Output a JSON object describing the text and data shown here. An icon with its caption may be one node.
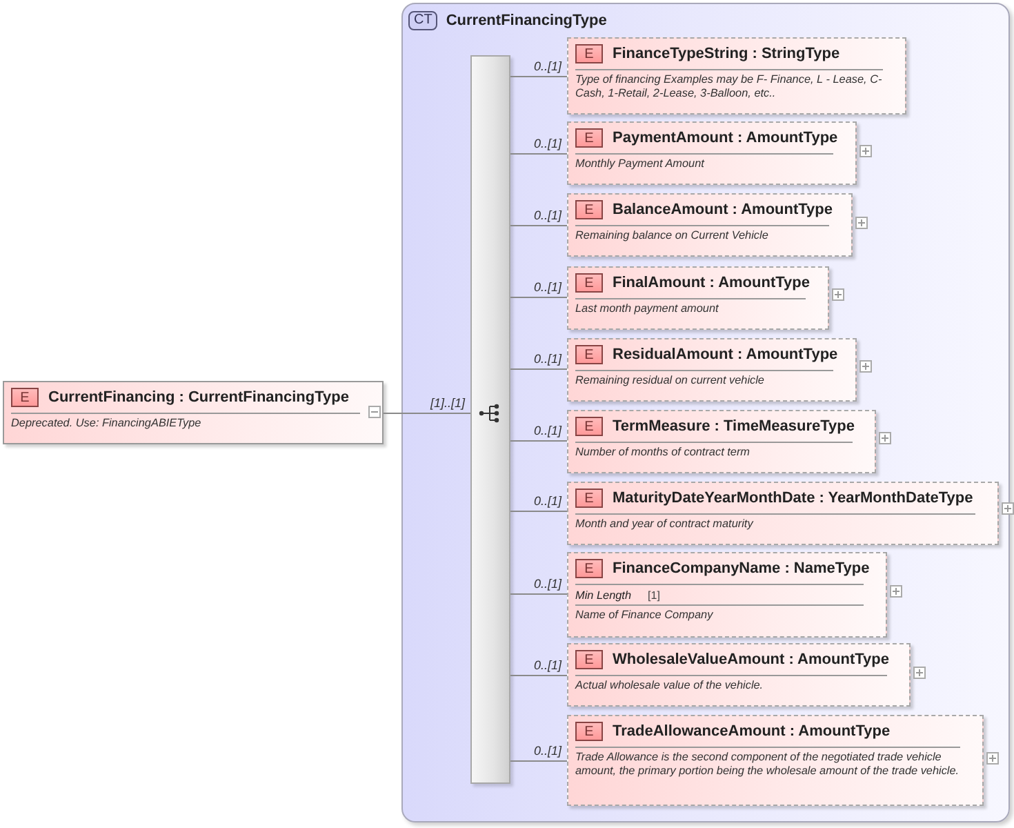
{
  "diagram": {
    "nodes": [
      {
        "text": [
          "E",
          "CurrentFinancing : CurrentFinancingType",
          "Deprecated. Use: FinancingABIEType"
        ]
      },
      {
        "text": [
          "CT",
          "CurrentFinancingType"
        ]
      },
      {
        "text": [],
        "shape": "bar",
        "in": 1
      },
      {
        "text": [
          "E",
          "FinanceTypeString : StringType",
          "Type of financing Examples may be F- Finance, L - Lease, C-Cash, 1-Retail, 2-Lease, 3-Balloon, etc.."
        ],
        "in": 1
      },
      {
        "text": [
          "E",
          "PaymentAmount : AmountType",
          "Monthly Payment Amount"
        ],
        "in": 1
      },
      {
        "text": [
          "E",
          "BalanceAmount : AmountType",
          "Remaining balance on Current Vehicle"
        ],
        "in": 1
      },
      {
        "text": [
          "E",
          "FinalAmount : AmountType",
          "Last month payment amount"
        ],
        "in": 1
      },
      {
        "text": [
          "E",
          "ResidualAmount : AmountType",
          "Remaining residual on current vehicle"
        ],
        "in": 1
      },
      {
        "text": [
          "E",
          "TermMeasure : TimeMeasureType",
          "Number of months of contract term"
        ],
        "in": 1
      },
      {
        "text": [
          "E",
          "MaturityDateYearMonthDate : YearMonthDateType",
          "Month and year of contract maturity"
        ],
        "in": 1
      },
      {
        "text": [
          "E",
          "FinanceCompanyName : NameType",
          "Min Length",
          "[1]",
          "Name of Finance Company"
        ],
        "in": 1
      },
      {
        "text": [
          "E",
          "WholesaleValueAmount : AmountType",
          "Actual wholesale value of the vehicle."
        ],
        "in": 1
      },
      {
        "text": [
          "E",
          "TradeAllowanceAmount : AmountType",
          "Trade Allowance is the second component of the negotiated trade vehicle amount, the primary portion being the wholesale amount of the trade vehicle."
        ],
        "in": 1
      }
    ],
    "edges": [
      {
        "from": 0,
        "to": 2,
        "arrow": "none",
        "label": "[1]..[1]"
      },
      {
        "from": 2,
        "to": 3,
        "arrow": "none",
        "label": "0..[1]"
      },
      {
        "from": 2,
        "to": 4,
        "arrow": "none",
        "label": "0..[1]"
      },
      {
        "from": 2,
        "to": 5,
        "arrow": "none",
        "label": "0..[1]"
      },
      {
        "from": 2,
        "to": 6,
        "arrow": "none",
        "label": "0..[1]"
      },
      {
        "from": 2,
        "to": 7,
        "arrow": "none",
        "label": "0..[1]"
      },
      {
        "from": 2,
        "to": 8,
        "arrow": "none",
        "label": "0..[1]"
      },
      {
        "from": 2,
        "to": 9,
        "arrow": "none",
        "label": "0..[1]"
      },
      {
        "from": 2,
        "to": 10,
        "arrow": "none",
        "label": "0..[1]"
      },
      {
        "from": 2,
        "to": 11,
        "arrow": "none",
        "label": "0..[1]"
      },
      {
        "from": 2,
        "to": 12,
        "arrow": "none",
        "label": "0..[1]"
      }
    ]
  }
}
